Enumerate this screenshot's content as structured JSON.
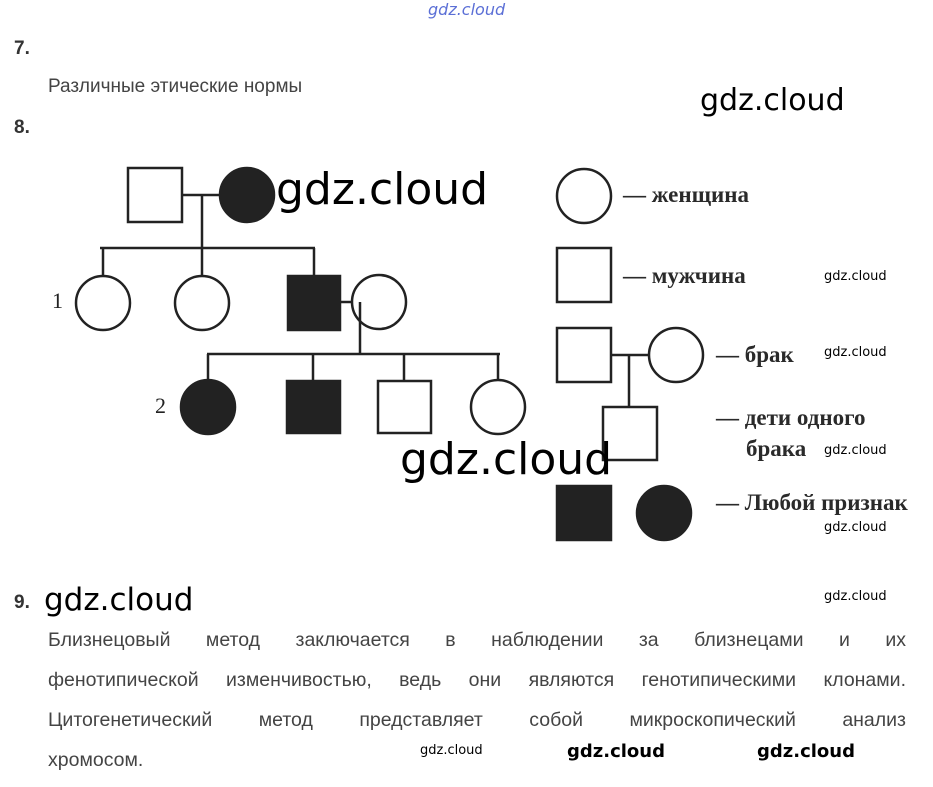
{
  "watermark": "gdz.cloud",
  "q7": {
    "number": "7.",
    "answer": "Различные этические нормы"
  },
  "q8": {
    "number": "8.",
    "generation_labels": [
      "1",
      "2"
    ],
    "legend": {
      "female": "— женщина",
      "male": "— мужчина",
      "marriage": "— брак",
      "children_line1": "— дети одного",
      "children_line2": "брака",
      "trait": "— Любой признак"
    }
  },
  "q9": {
    "number": "9.",
    "lines": [
      "Близнецовый метод заключается в наблюдении за близнецами и их",
      "фенотипической изменчивостью, ведь они являются генотипическими клонами.",
      "Цитогенетический метод представляет собой микроскопический анализ",
      "хромосом."
    ]
  }
}
